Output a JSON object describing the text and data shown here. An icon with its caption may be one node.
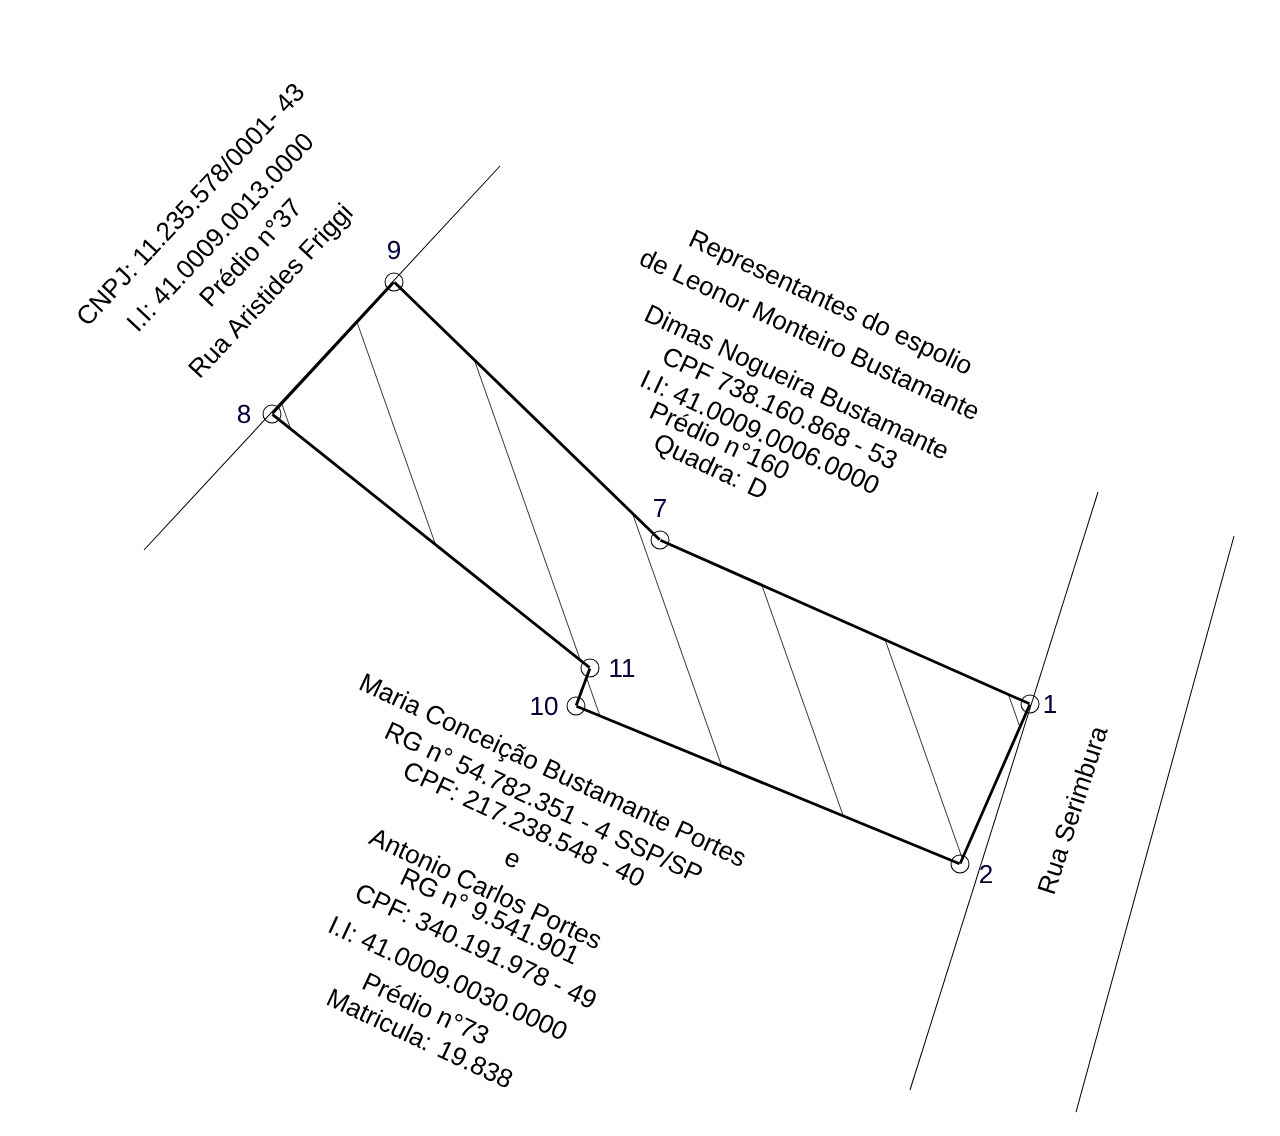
{
  "diagram": {
    "nodes": [
      {
        "text": [],
        "shape": "circle",
        "beside": [
          "1"
        ]
      },
      {
        "text": [],
        "shape": "circle",
        "beside": [
          "2"
        ]
      },
      {
        "text": [],
        "shape": "circle",
        "beside": [
          "10"
        ]
      },
      {
        "text": [],
        "shape": "circle",
        "beside": [
          "11"
        ]
      },
      {
        "text": [],
        "shape": "circle",
        "beside": [
          "7"
        ]
      },
      {
        "text": [],
        "shape": "circle",
        "beside": [
          "8"
        ]
      },
      {
        "text": [],
        "shape": "circle",
        "beside": [
          "9"
        ]
      }
    ],
    "edges": [
      {
        "from": 0,
        "to": 1,
        "arrow": "none"
      },
      {
        "from": 1,
        "to": 2,
        "arrow": "none"
      },
      {
        "from": 2,
        "to": 3,
        "arrow": "none"
      },
      {
        "from": 3,
        "to": 5,
        "arrow": "none"
      },
      {
        "from": 5,
        "to": 6,
        "arrow": "none"
      },
      {
        "from": 6,
        "to": 4,
        "arrow": "none"
      },
      {
        "from": 4,
        "to": 0,
        "arrow": "none"
      }
    ],
    "labels": [
      "CNPJ: 11.235.578/0001- 43",
      "I.I: 41.0009.0013.0000",
      "Prédio n°37",
      "Rua Aristides Friggi",
      "Representantes do espolio",
      "de Leonor Monteiro Bustamante",
      "Dimas Nogueira Bustamante",
      "CPF 738.160.868 - 53",
      "I.I: 41.0009.0006.0000",
      "Prédio n°160",
      "Quadra: D",
      "Maria Conceição Bustamante Portes",
      "RG n° 54.782.351 - 4 SSP/SP",
      "CPF: 217.238.548 - 40",
      "e",
      "Antonio Carlos Portes",
      "RG n° 9.541.901",
      "CPF: 340.191.978 - 49",
      "I.I: 41.0009.0030.0000",
      "Prédio n°73",
      "Matricula: 19.838",
      "Rua Serimbura"
    ]
  }
}
